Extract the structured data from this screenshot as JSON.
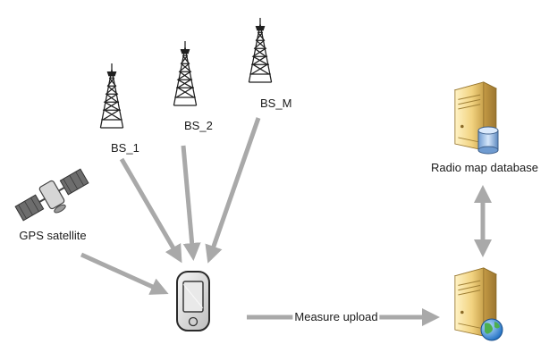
{
  "labels": {
    "bs_1": "BS_1",
    "bs_2": "BS_2",
    "bs_m": "BS_M",
    "gps_satellite": "GPS satellite",
    "radio_map_database": "Radio map database",
    "measure_upload": "Measure upload"
  },
  "icons": {
    "tower": "cell-tower-icon",
    "satellite": "satellite-icon",
    "device": "pda-device-icon",
    "database_server": "database-server-icon",
    "web_server": "web-server-icon"
  },
  "colors": {
    "arrow": "#a9a9a9",
    "tower": "#1f1f1f",
    "server_body": "#f0d68a",
    "server_edge": "#b89545",
    "database": "#8fb4e0",
    "globe": "#3f8fd8"
  }
}
